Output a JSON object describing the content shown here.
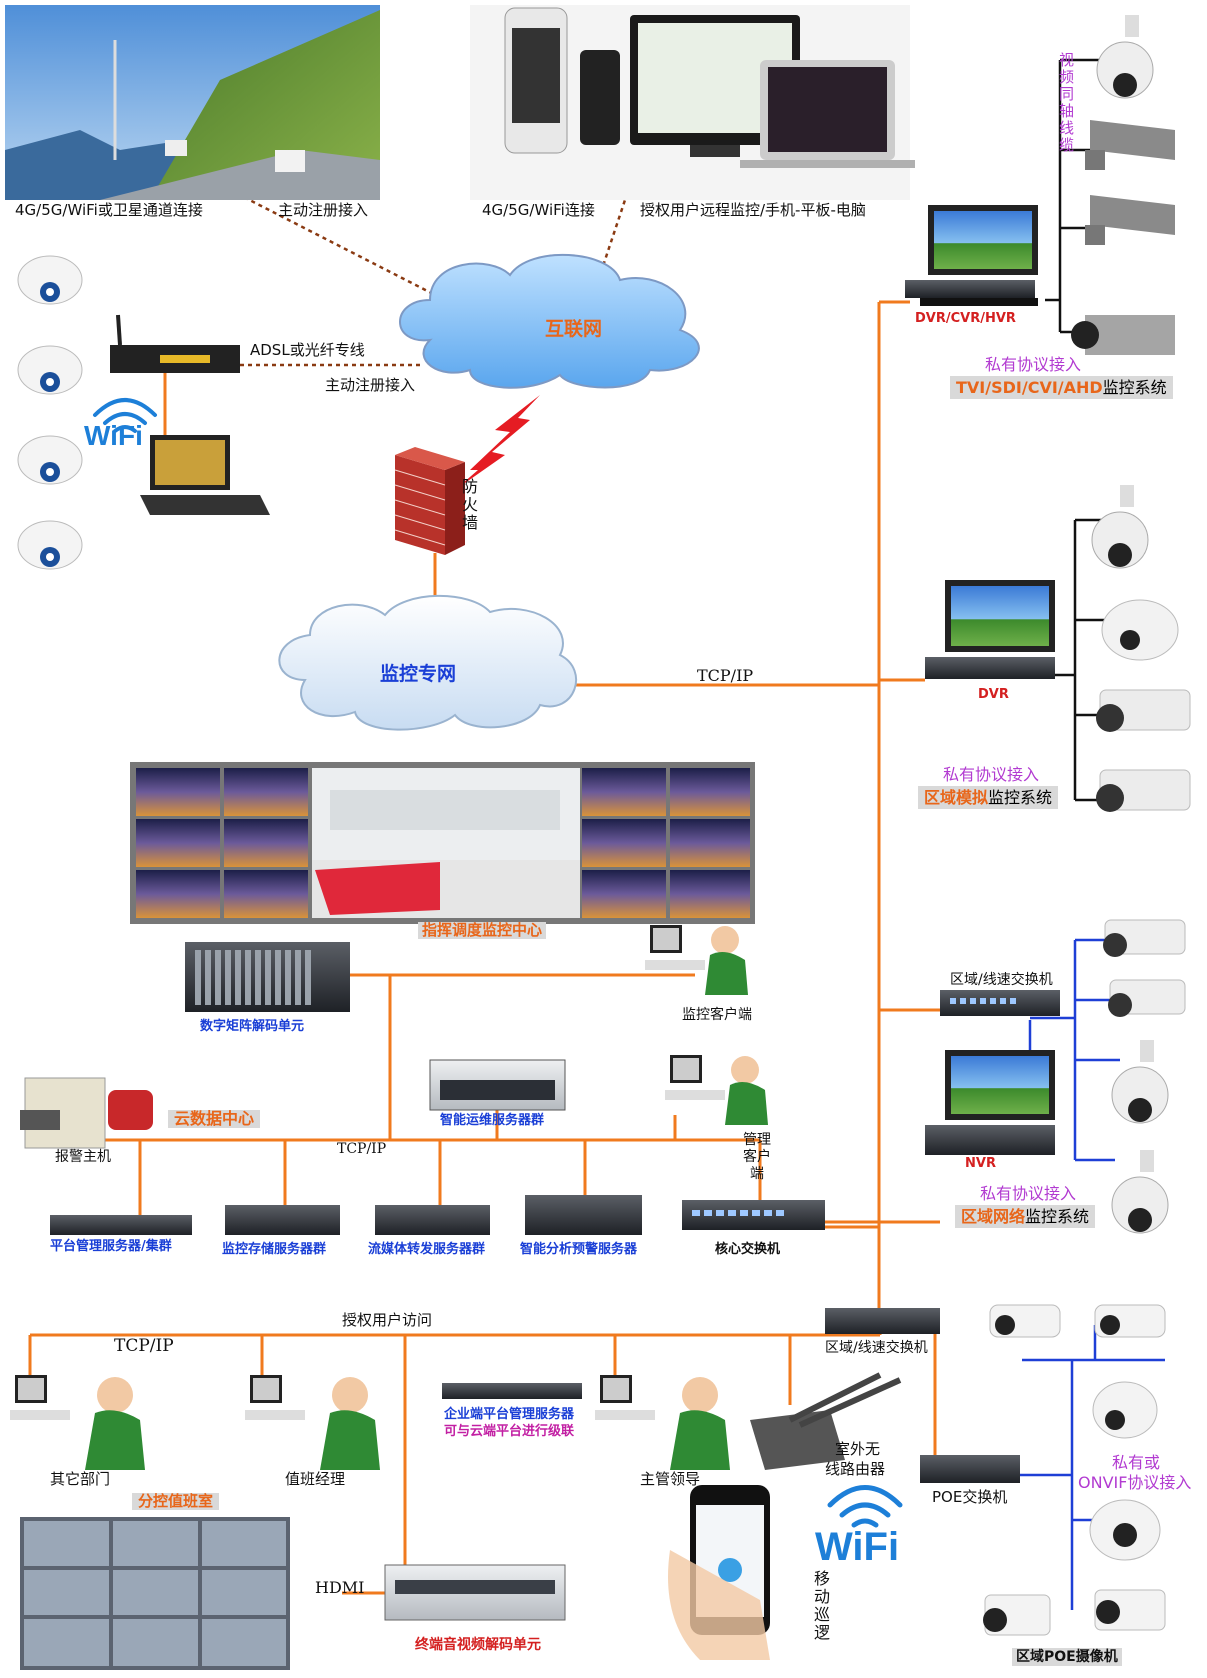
{
  "internet": {
    "cloud_label": "互联网",
    "sat_link": "4G/5G/WiFi或卫星通道连接",
    "sat_register": "主动注册接入",
    "mobile_link": "4G/5G/WiFi连接",
    "remote_users": "授权用户远程监控/手机-平板-电脑",
    "adsl": "ADSL或光纤专线",
    "adsl_register": "主动注册接入",
    "wifi_logo": "WiFi",
    "firewall": "防火墙"
  },
  "private_net": {
    "cloud_label": "监控专网",
    "tcpip": "TCP/IP"
  },
  "right_systems": {
    "coax_cable": "视频同轴线缆",
    "dvr_cvr_hvr": "DVR/CVR/HVR",
    "sys1_protocol": "私有协议接入",
    "sys1_hl": "TVI/SDI/CVI/AHD",
    "sys1_suffix": "监控系统",
    "dvr": "DVR",
    "sys2_protocol": "私有协议接入",
    "sys2_hl": "区域模拟",
    "sys2_suffix": "监控系统",
    "switch1": "区域/线速交换机",
    "nvr": "NVR",
    "sys3_protocol": "私有协议接入",
    "sys3_hl": "区域网络",
    "sys3_suffix": "监控系统"
  },
  "center": {
    "command_center": "指挥调度监控中心",
    "matrix": "数字矩阵解码单元",
    "monitor_client": "监控客户端",
    "ops_servers": "智能运维服务器群",
    "mgmt_client": "管理客户端",
    "cloud_dc": "云数据中心",
    "alarm_host": "报警主机",
    "tcpip": "TCP/IP",
    "platform_servers": "平台管理服务器/集群",
    "storage_servers": "监控存储服务器群",
    "stream_servers": "流媒体转发服务器群",
    "analysis_servers": "智能分析预警服务器",
    "core_switch": "核心交换机"
  },
  "bottom": {
    "auth_access": "授权用户访问",
    "tcpip": "TCP/IP",
    "switch2": "区域/线速交换机",
    "enterprise_line1": "企业端平台管理服务器",
    "enterprise_line2": "可与云端平台进行级联",
    "other_dept": "其它部门",
    "duty_manager": "值班经理",
    "supervisor": "主管领导",
    "router_line1": "室外无",
    "router_line2": "线路由器",
    "wifi_logo": "WiFi",
    "mobile_patrol": "移动巡逻",
    "poe_switch": "POE交换机",
    "onvif_line1": "私有或",
    "onvif_line2": "ONVIF协议接入",
    "poe_cameras": "区域POE摄像机",
    "sub_center": "分控值班室",
    "hdmi": "HDMI",
    "decoder": "终端音视频解码单元"
  }
}
